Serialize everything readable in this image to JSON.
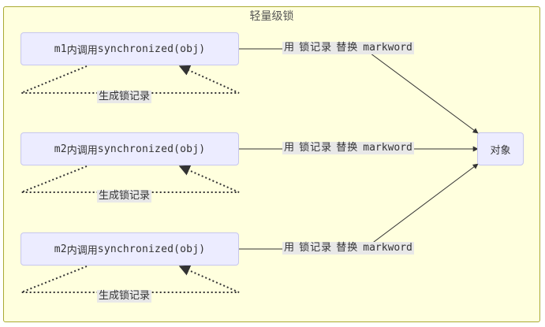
{
  "diagram": {
    "cluster_title": "轻量级锁",
    "methods": [
      {
        "prefix": "m1",
        "mid": "内调用",
        "call": "synchronized(obj)"
      },
      {
        "prefix": "m2",
        "mid": "内调用",
        "call": "synchronized(obj)"
      },
      {
        "prefix": "m2",
        "mid": "内调用",
        "call": "synchronized(obj)"
      }
    ],
    "target_label": "对象",
    "edge_label": {
      "cjk": "用 锁记录 替换",
      "code": "markword"
    },
    "loop_label": "生成锁记录",
    "colors": {
      "cluster_fill": "#ffffde",
      "cluster_stroke": "#aaaa33",
      "node_fill": "#ececff",
      "node_stroke": "#c7c7ee",
      "edge": "#333333",
      "label_bg": "#e8e8e8"
    }
  }
}
